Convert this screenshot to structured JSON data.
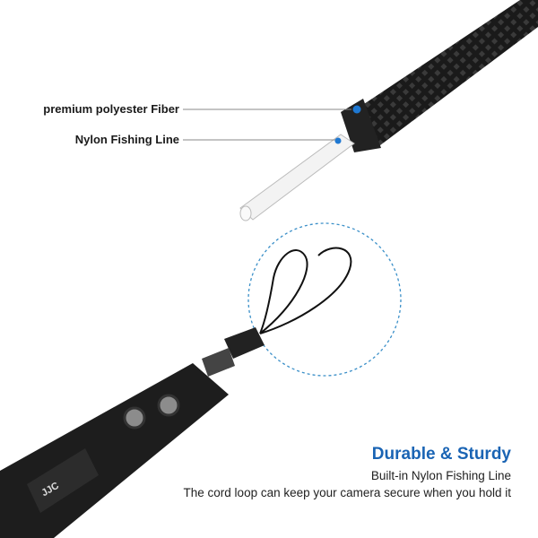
{
  "callouts": {
    "fiber": "premium polyester Fiber",
    "nylon": "Nylon Fishing Line"
  },
  "headline": "Durable & Sturdy",
  "subtitle": "Built-in Nylon Fishing Line",
  "description": "The cord loop can keep your camera secure when you hold it",
  "brand_logo": "JJC",
  "colors": {
    "accent": "#1a64b4",
    "dot": "#1e78d2"
  }
}
